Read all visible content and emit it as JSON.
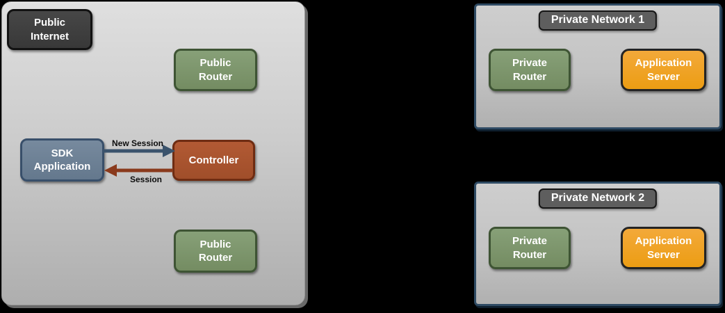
{
  "colors": {
    "background": "#000000",
    "zone_public_fill": "#c9c9c9",
    "zone_private_fill": "#c3c3c3",
    "zone_private_border": "#2e4a63",
    "node_dark_fill": "#3d3d3d",
    "node_green_fill": "#7c9670",
    "node_green_border": "#3e5434",
    "node_blue_fill": "#6d8196",
    "node_blue_border": "#384f6a",
    "node_rust_fill": "#aa5530",
    "node_rust_border": "#6e2c12",
    "node_orange_fill": "#f0a021",
    "node_orange_border": "#242424",
    "title_gray_fill": "#5e5e5e",
    "arrow_blue": "#3b536c",
    "arrow_red": "#8a3a1c",
    "label_text": "#ffffff"
  },
  "public_internet_zone": {
    "zone_label": "Public\nInternet",
    "public_router_top": "Public\nRouter",
    "sdk_application": "SDK\nApplication",
    "controller": "Controller",
    "public_router_bottom": "Public\nRouter",
    "arrow_new_session": "New Session",
    "arrow_session": "Session"
  },
  "private_network_1": {
    "title": "Private Network 1",
    "private_router": "Private\nRouter",
    "application_server": "Application\nServer"
  },
  "private_network_2": {
    "title": "Private Network 2",
    "private_router": "Private\nRouter",
    "application_server": "Application\nServer"
  }
}
